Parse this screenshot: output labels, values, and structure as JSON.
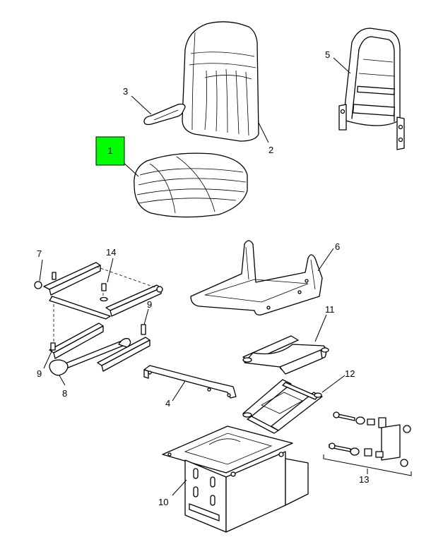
{
  "highlight_color": "#00ff00",
  "callouts": [
    {
      "id": "1",
      "label": "1",
      "highlighted": true
    },
    {
      "id": "2",
      "label": "2"
    },
    {
      "id": "3",
      "label": "3"
    },
    {
      "id": "4",
      "label": "4"
    },
    {
      "id": "5",
      "label": "5"
    },
    {
      "id": "6",
      "label": "6"
    },
    {
      "id": "7",
      "label": "7"
    },
    {
      "id": "8",
      "label": "8"
    },
    {
      "id": "9a",
      "label": "9"
    },
    {
      "id": "9b",
      "label": "9"
    },
    {
      "id": "10",
      "label": "10"
    },
    {
      "id": "11",
      "label": "11"
    },
    {
      "id": "12",
      "label": "12"
    },
    {
      "id": "13",
      "label": "13"
    },
    {
      "id": "14",
      "label": "14"
    }
  ]
}
